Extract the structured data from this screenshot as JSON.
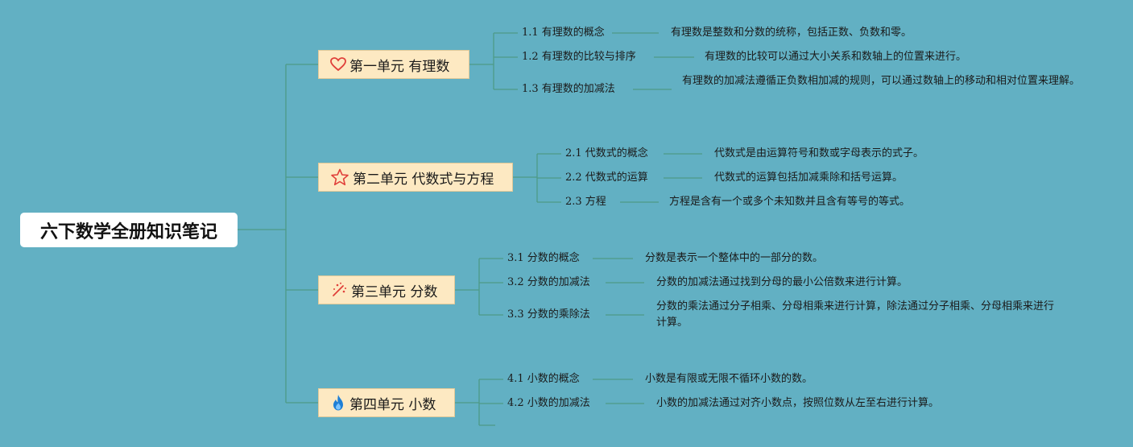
{
  "root": {
    "title": "六下数学全册知识笔记"
  },
  "units": [
    {
      "title": "第一单元 有理数",
      "icon": "heart-icon",
      "topics": [
        {
          "label": "1.1 有理数的概念",
          "desc": "有理数是整数和分数的统称，包括正数、负数和零。"
        },
        {
          "label": "1.2 有理数的比较与排序",
          "desc": "有理数的比较可以通过大小关系和数轴上的位置来进行。"
        },
        {
          "label": "1.3 有理数的加减法",
          "desc": "有理数的加减法遵循正负数相加减的规则，可以通过数轴上的移动和相对位置来理解。"
        }
      ]
    },
    {
      "title": "第二单元 代数式与方程",
      "icon": "star-icon",
      "topics": [
        {
          "label": "2.1 代数式的概念",
          "desc": "代数式是由运算符号和数或字母表示的式子。"
        },
        {
          "label": "2.2 代数式的运算",
          "desc": "代数式的运算包括加减乘除和括号运算。"
        },
        {
          "label": "2.3 方程",
          "desc": "方程是含有一个或多个未知数并且含有等号的等式。"
        }
      ]
    },
    {
      "title": "第三单元 分数",
      "icon": "sparkle-icon",
      "topics": [
        {
          "label": "3.1 分数的概念",
          "desc": "分数是表示一个整体中的一部分的数。"
        },
        {
          "label": "3.2 分数的加减法",
          "desc": "分数的加减法通过找到分母的最小公倍数来进行计算。"
        },
        {
          "label": "3.3 分数的乘除法",
          "desc": "分数的乘法通过分子相乘、分母相乘来进行计算，除法通过分子相乘、分母相乘来进行计算。"
        }
      ]
    },
    {
      "title": "第四单元 小数",
      "icon": "flame-icon",
      "topics": [
        {
          "label": "4.1 小数的概念",
          "desc": "小数是有限或无限不循环小数的数。"
        },
        {
          "label": "4.2 小数的加减法",
          "desc": "小数的加减法通过对齐小数点，按照位数从左至右进行计算。"
        }
      ]
    }
  ],
  "colors": {
    "background": "#62b0c3",
    "line": "#4e9a86",
    "unit_fill": "#fde9c2",
    "root_fill": "#ffffff"
  }
}
